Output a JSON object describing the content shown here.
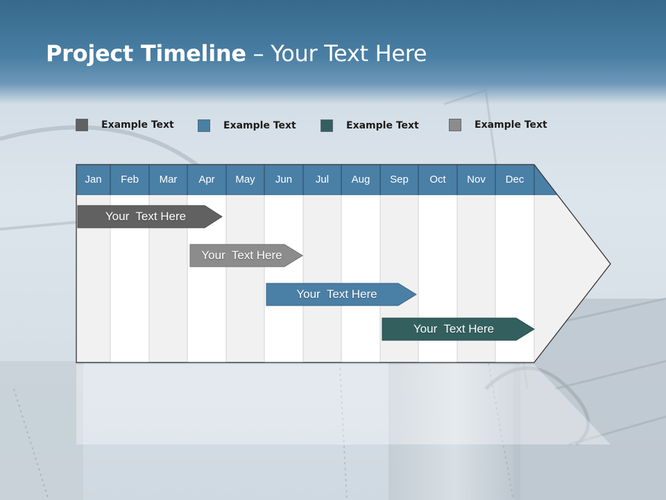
{
  "slide": {
    "title_bold": "Project Timeline",
    "title_rest": " – Your Text Here"
  },
  "legend": [
    {
      "label": "Example Text",
      "color": "#616161"
    },
    {
      "label": "Example Text",
      "color": "#4a7fa6"
    },
    {
      "label": "Example Text",
      "color": "#33605f"
    },
    {
      "label": "Example Text",
      "color": "#8c8c8c"
    }
  ],
  "timeline": {
    "months": [
      "Jan",
      "Feb",
      "Mar",
      "Apr",
      "May",
      "Jun",
      "Jul",
      "Aug",
      "Sep",
      "Oct",
      "Nov",
      "Dec"
    ],
    "header_color": "#4a7fa6",
    "bars": [
      {
        "label": "Your  Text Here",
        "color": "#616161",
        "start": "Jan",
        "end": "Apr"
      },
      {
        "label": "Your  Text Here",
        "color": "#8c8c8c",
        "start": "Apr",
        "end": "Jun"
      },
      {
        "label": "Your  Text Here",
        "color": "#4a7fa6",
        "start": "Jun",
        "end": "Sep"
      },
      {
        "label": "Your  Text Here",
        "color": "#33605f",
        "start": "Sep",
        "end": "Dec"
      }
    ]
  }
}
